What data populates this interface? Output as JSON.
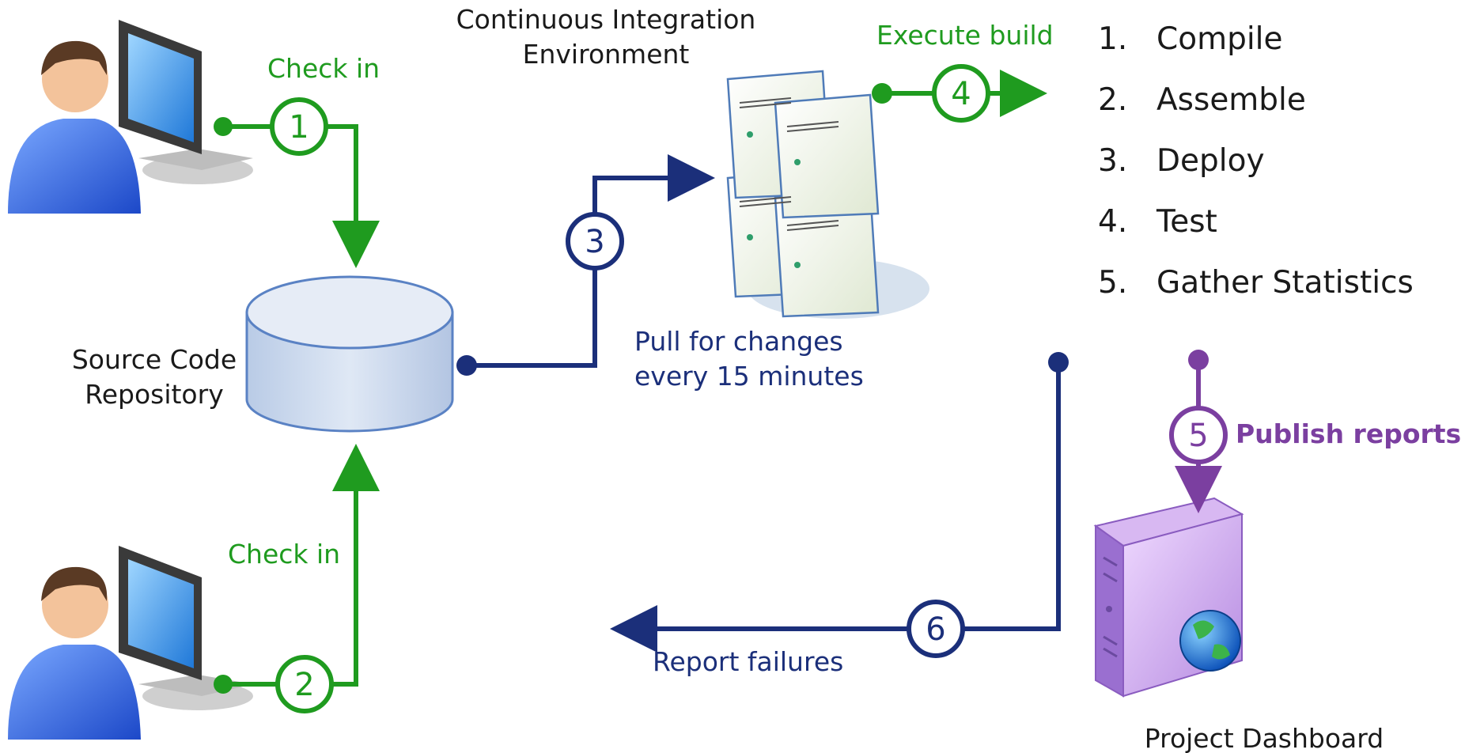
{
  "labels": {
    "ci_env_line1": "Continuous Integration",
    "ci_env_line2": "Environment",
    "source_repo_line1": "Source Code",
    "source_repo_line2": "Repository",
    "project_dashboard": "Project Dashboard"
  },
  "steps": [
    {
      "number": "1",
      "label": "Check in",
      "color": "#1f9b1f"
    },
    {
      "number": "2",
      "label": "Check in",
      "color": "#1f9b1f"
    },
    {
      "number": "3",
      "label_line1": "Pull for changes",
      "label_line2": "every 15 minutes",
      "color": "#1b2f7a"
    },
    {
      "number": "4",
      "label": "Execute build",
      "color": "#1f9b1f"
    },
    {
      "number": "5",
      "label": "Publish reports",
      "color": "#7b3fa0"
    },
    {
      "number": "6",
      "label": "Report failures",
      "color": "#1b2f7a"
    }
  ],
  "build_tasks": [
    {
      "number": "1.",
      "label": "Compile"
    },
    {
      "number": "2.",
      "label": "Assemble"
    },
    {
      "number": "3.",
      "label": "Deploy"
    },
    {
      "number": "4.",
      "label": "Test"
    },
    {
      "number": "5.",
      "label": "Gather Statistics"
    }
  ],
  "icons": [
    "developer-icon",
    "computer-monitor-icon",
    "database-icon",
    "server-rack-icon",
    "web-server-icon",
    "globe-icon"
  ],
  "colors": {
    "green": "#1f9b1f",
    "navy": "#1b2f7a",
    "purple": "#7b3fa0"
  }
}
